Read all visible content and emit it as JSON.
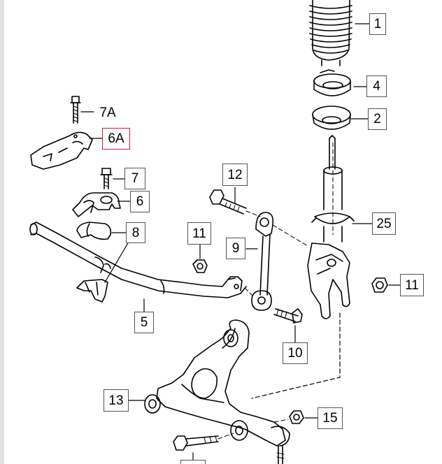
{
  "labels": {
    "p1": "1",
    "p4": "4",
    "p2": "2",
    "p7A": "7A",
    "p6A": "6A",
    "p7": "7",
    "p6": "6",
    "p8": "8",
    "p12": "12",
    "p11a": "11",
    "p9": "9",
    "p25": "25",
    "p11b": "11",
    "p5": "5",
    "p10": "10",
    "p13": "13",
    "p15": "15"
  },
  "selected_part": "6A",
  "colors": {
    "line": "#000000",
    "label_border": "#555555",
    "selected_border": "#c41e3a"
  }
}
